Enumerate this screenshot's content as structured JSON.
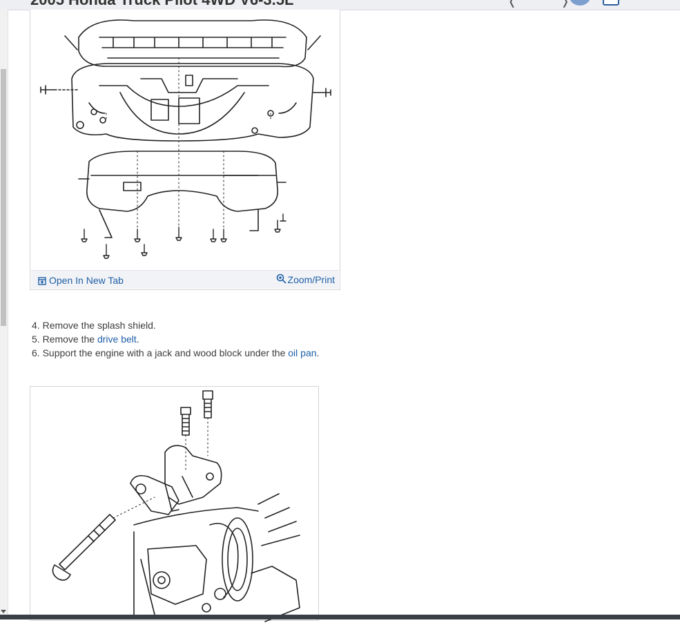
{
  "header": {
    "title": "2005 Honda Truck Pilot 4WD V6-3.5L"
  },
  "figure1": {
    "open_tab_label": "Open In New Tab",
    "zoom_label": "Zoom/Print"
  },
  "steps": [
    {
      "number": "4.",
      "before": "Remove the splash shield.",
      "link": "",
      "after": ""
    },
    {
      "number": "5.",
      "before": "Remove the ",
      "link": "drive belt",
      "after": "."
    },
    {
      "number": "6.",
      "before": "Support the engine with a jack and wood block under the ",
      "link": "oil pan",
      "after": "."
    }
  ],
  "colors": {
    "link": "#1e5fa6",
    "text": "#3c3c3c",
    "footer_bg": "#f2f3f6",
    "avatar": "#7d9fcf"
  },
  "icons": [
    "open-in-new-tab-icon",
    "zoom-icon",
    "back-icon",
    "forward-icon",
    "notes-icon"
  ]
}
